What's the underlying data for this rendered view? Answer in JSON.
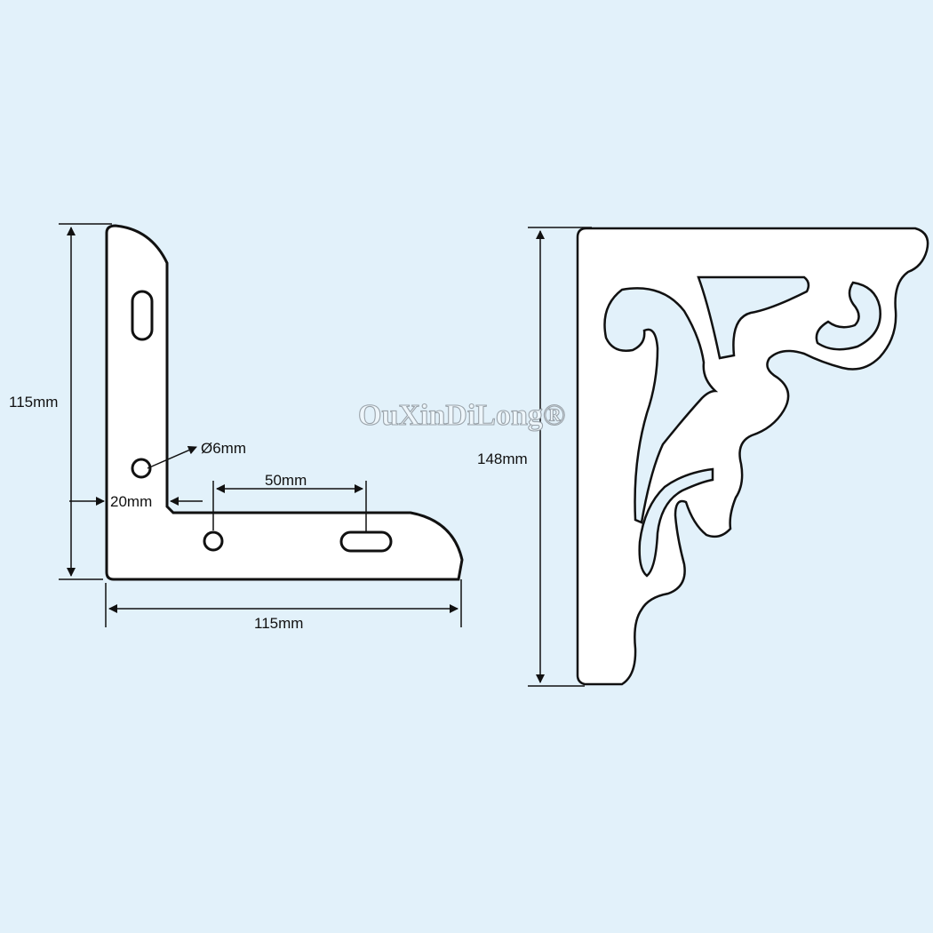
{
  "colors": {
    "background": "#e2f1fa",
    "line": "#111111",
    "part_fill": "#ffffff"
  },
  "diagram": {
    "left_bracket": {
      "height_label": "115mm",
      "width_label": "115mm",
      "hole_label": "Ø6mm",
      "thickness_label": "20mm",
      "spacing_label": "50mm"
    },
    "right_bracket": {
      "height_label": "148mm"
    },
    "watermark": "OuXinDiLong®"
  }
}
